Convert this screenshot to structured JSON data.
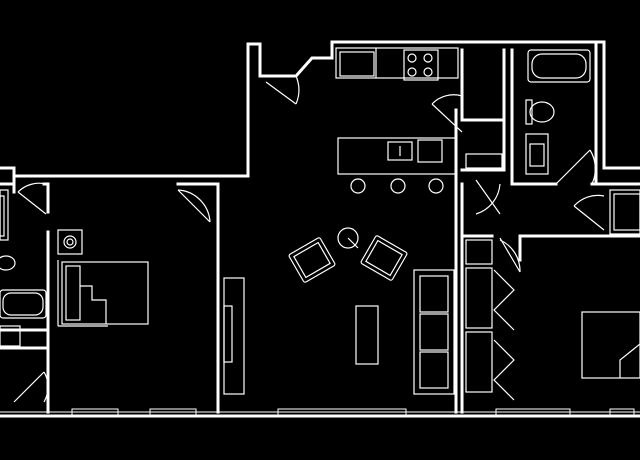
{
  "drawing": {
    "kind": "floor-plan",
    "background_color": "#000000",
    "line_color": "#ffffff",
    "text": []
  },
  "rooms": [
    {
      "id": "left-bath",
      "fixtures": [
        "toilet",
        "sink",
        "bathtub"
      ]
    },
    {
      "id": "left-bedroom",
      "fixtures": [
        "bed",
        "washer"
      ]
    },
    {
      "id": "living-room",
      "fixtures": [
        "sofa",
        "armchair",
        "armchair",
        "round-table",
        "coffee-table",
        "tv-console"
      ]
    },
    {
      "id": "kitchen",
      "fixtures": [
        "counter",
        "stove",
        "sink",
        "island",
        "stool",
        "stool",
        "stool"
      ]
    },
    {
      "id": "center-bath",
      "fixtures": [
        "bathtub",
        "toilet",
        "sink"
      ]
    },
    {
      "id": "right-bedroom",
      "fixtures": [
        "bed",
        "closet"
      ]
    }
  ]
}
